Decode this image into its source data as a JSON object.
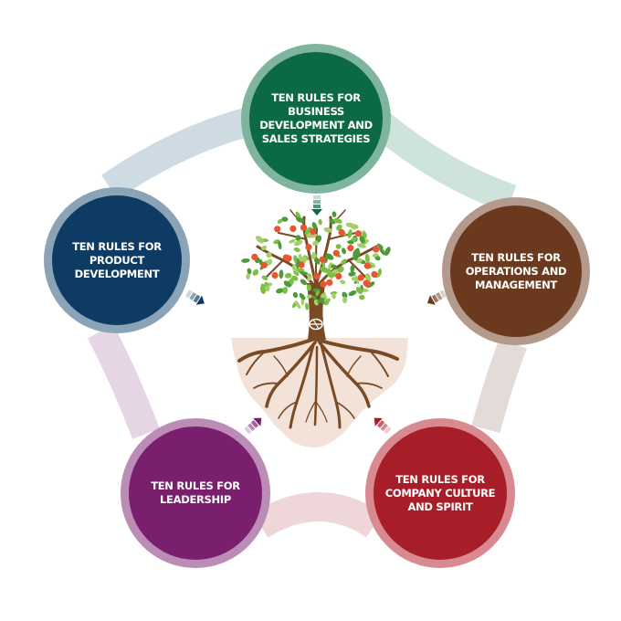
{
  "diagram": {
    "title": "Ten rules cycle around the company tree",
    "nodes": [
      {
        "id": "sales",
        "label": "TEN RULES FOR\nBUSINESS\nDEVELOPMENT AND\nSALES STRATEGIES",
        "fill": "#0b6a45",
        "ring": "#7fb59e",
        "arrow_direction": "down"
      },
      {
        "id": "operations",
        "label": "TEN RULES FOR\nOPERATIONS AND\nMANAGEMENT",
        "fill": "#6b3a1e",
        "ring": "#b49a8c",
        "arrow_direction": "down-left"
      },
      {
        "id": "culture",
        "label": "TEN RULES FOR\nCOMPANY CULTURE\nAND SPIRIT",
        "fill": "#a81e28",
        "ring": "#d98a90",
        "arrow_direction": "up-left"
      },
      {
        "id": "leadership",
        "label": "TEN RULES FOR\nLEADERSHIP",
        "fill": "#7a1f6e",
        "ring": "#bb8cb5",
        "arrow_direction": "up-right"
      },
      {
        "id": "product",
        "label": "TEN RULES FOR\nPRODUCT\nDEVELOPMENT",
        "fill": "#0d3b63",
        "ring": "#8aa3b6",
        "arrow_direction": "down-right"
      }
    ],
    "connectors": [
      {
        "from": "product",
        "to": "sales",
        "color": "#cfdbe3"
      },
      {
        "from": "sales",
        "to": "operations",
        "color": "#cfe3dd"
      },
      {
        "from": "operations",
        "to": "culture",
        "color": "#e3dbd7"
      },
      {
        "from": "culture",
        "to": "leadership",
        "color": "#efd6d8"
      },
      {
        "from": "leadership",
        "to": "product",
        "color": "#e6d6e5"
      }
    ],
    "center": {
      "name": "tree",
      "trunk_color": "#7a4a24",
      "leaf_colors": [
        "#4e9a3a",
        "#7cbf45",
        "#a5cf6a"
      ],
      "fruit_color": "#e8552e",
      "soil_color": "#f2e2d8",
      "logo_icon": "company-logo-icon"
    }
  }
}
